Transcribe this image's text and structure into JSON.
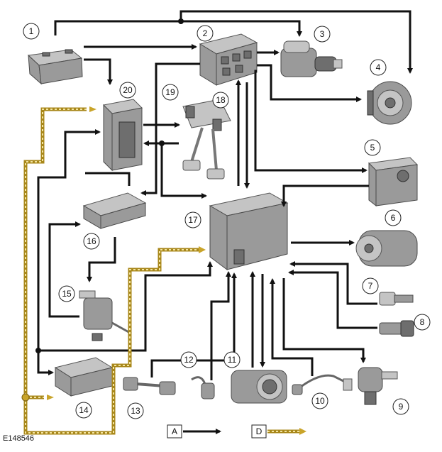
{
  "figure_id": "E148546",
  "callouts": [
    "1",
    "2",
    "3",
    "4",
    "5",
    "6",
    "7",
    "8",
    "9",
    "10",
    "11",
    "12",
    "13",
    "14",
    "15",
    "16",
    "17",
    "18",
    "19",
    "20"
  ],
  "key": {
    "a_label": "A",
    "d_label": "D"
  },
  "colors": {
    "wire_a": "#111111",
    "wire_d_outer": "#a8871a",
    "wire_d_inner": "#f3e4a0",
    "component": "#9a9a9a"
  }
}
